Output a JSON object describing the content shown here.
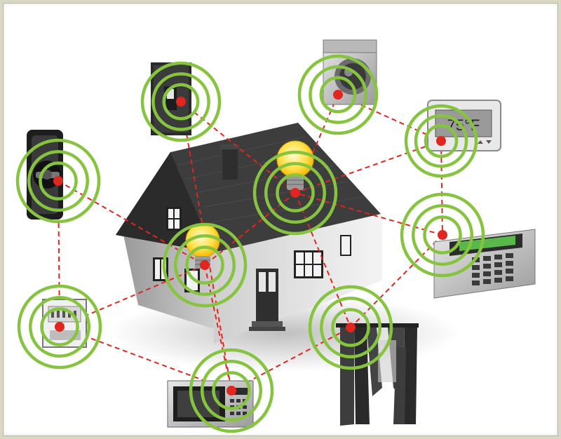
{
  "colors": {
    "ring": "#86c440",
    "node": "#e0261e",
    "link": "#e0261e",
    "frame_bg": "#d9d8c4",
    "roof": "#3d3d3d",
    "wall": "#e9e9e9"
  },
  "thermostat": {
    "temperature": "75°F"
  },
  "hub_nodes": [
    {
      "id": "lightbulb-roof",
      "icon": "lightbulb-icon"
    },
    {
      "id": "lightbulb-porch",
      "icon": "lightbulb-icon"
    }
  ],
  "device_nodes": [
    {
      "id": "door-lock",
      "icon": "door-lock-icon"
    },
    {
      "id": "wall-switch",
      "icon": "light-switch-icon"
    },
    {
      "id": "washing-machine",
      "icon": "washing-machine-icon"
    },
    {
      "id": "thermostat",
      "icon": "thermostat-icon"
    },
    {
      "id": "security-keypad",
      "icon": "keypad-icon"
    },
    {
      "id": "window-curtains",
      "icon": "curtains-icon"
    },
    {
      "id": "microwave",
      "icon": "microwave-icon"
    },
    {
      "id": "power-outlet",
      "icon": "power-outlet-icon"
    }
  ]
}
